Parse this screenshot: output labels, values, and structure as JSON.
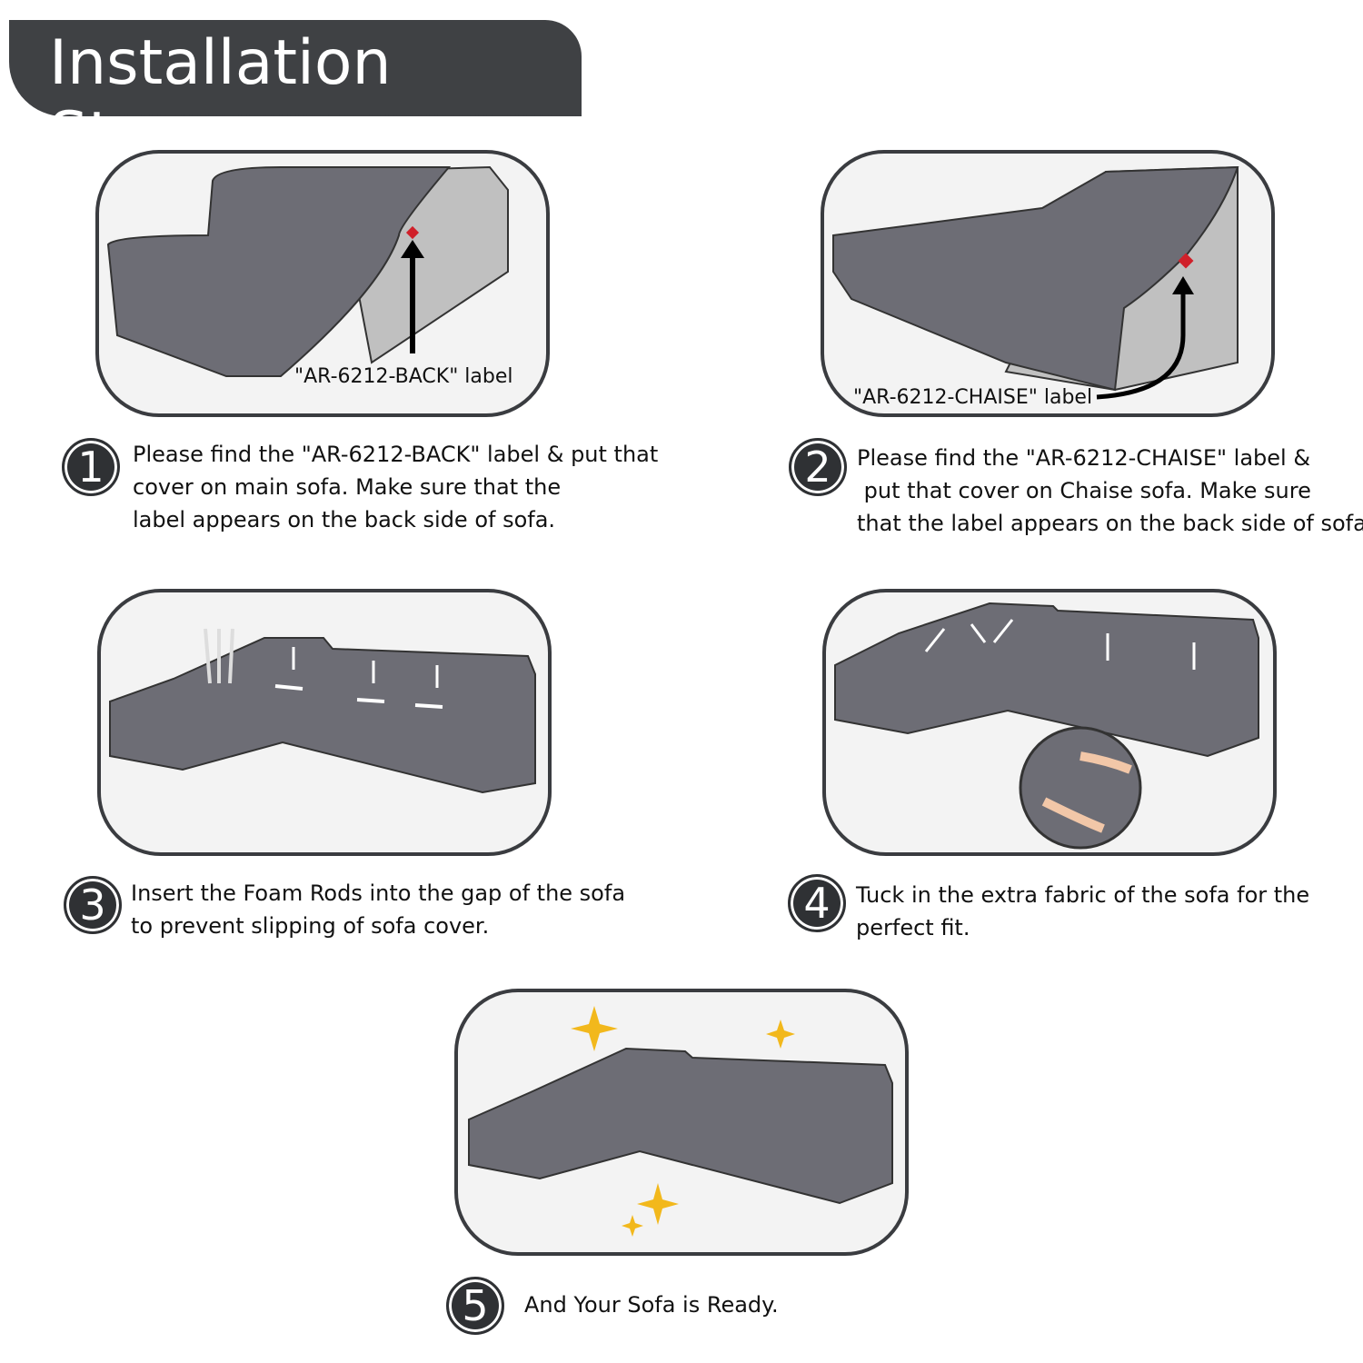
{
  "title": "Installation Steps",
  "panels": {
    "p1_label": "\"AR-6212-BACK\" label",
    "p2_label": "\"AR-6212-CHAISE\" label"
  },
  "steps": [
    {
      "number": "1",
      "lines": [
        "Please find the \"AR-6212-BACK\" label & put that",
        "cover on main sofa. Make sure that the",
        "label appears on the back side of sofa."
      ]
    },
    {
      "number": "2",
      "lines": [
        "Please find the \"AR-6212-CHAISE\" label &",
        " put that cover on Chaise sofa. Make sure",
        "that the label appears on the back side of sofa."
      ]
    },
    {
      "number": "3",
      "lines": [
        "Insert the Foam Rods into the gap of the sofa",
        "to prevent slipping of sofa cover."
      ]
    },
    {
      "number": "4",
      "lines": [
        "Tuck in the extra fabric of the sofa for the",
        "perfect fit."
      ]
    },
    {
      "number": "5",
      "lines": [
        "And Your Sofa is Ready."
      ]
    }
  ],
  "colors": {
    "dark": "#3f4144",
    "sofa": "#6d6d75",
    "label_marker": "#d0202a",
    "sparkle": "#f2b81c"
  }
}
